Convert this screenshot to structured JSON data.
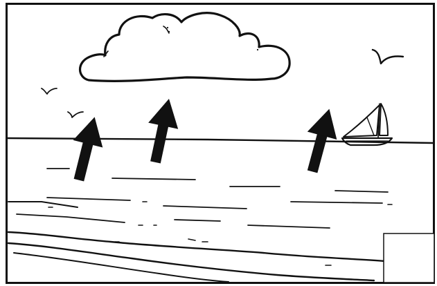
{
  "scene": {
    "description_free": true,
    "colors": {
      "ink": "#111111",
      "background": "#ffffff"
    },
    "icons": {
      "cloud": "cloud-icon",
      "sailboat": "sailboat-icon",
      "birds": "bird-icon",
      "arrows": "arrow-up-icon",
      "answer_box": "blank-box"
    },
    "arrow_count": 3,
    "bird_count": 3
  }
}
